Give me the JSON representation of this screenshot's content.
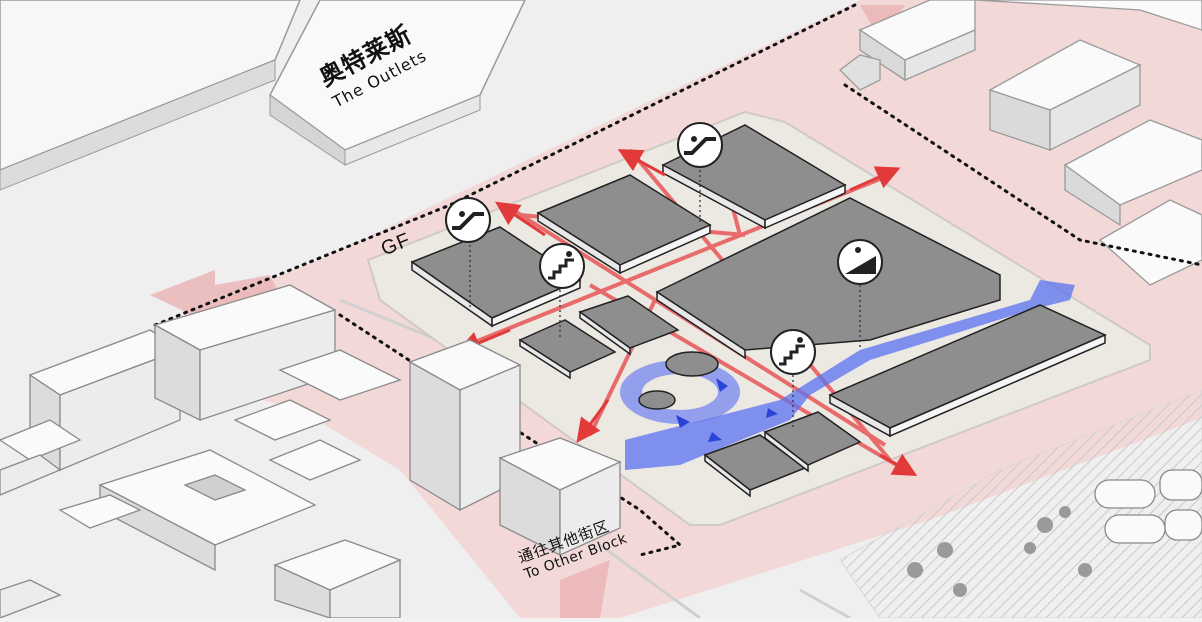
{
  "labels": {
    "outlets_cn": "奥特莱斯",
    "outlets_en": "The Outlets",
    "floor": "GF",
    "other_block_cn": "通往其他街区",
    "other_block_en": "To Other Block"
  },
  "icons": {
    "escalator": "escalator-icon",
    "stairs_up": "stairs-up-person-icon",
    "ramp": "ramp-person-icon"
  },
  "colors": {
    "pedestrian_zone": "#f3d8d8",
    "circulation_arrow": "#e23a3a",
    "blue_flow": "#4a5fe0",
    "building_roof": "#8e8e8e",
    "plaza": "#ece8e2",
    "context_building": "#ffffff"
  }
}
